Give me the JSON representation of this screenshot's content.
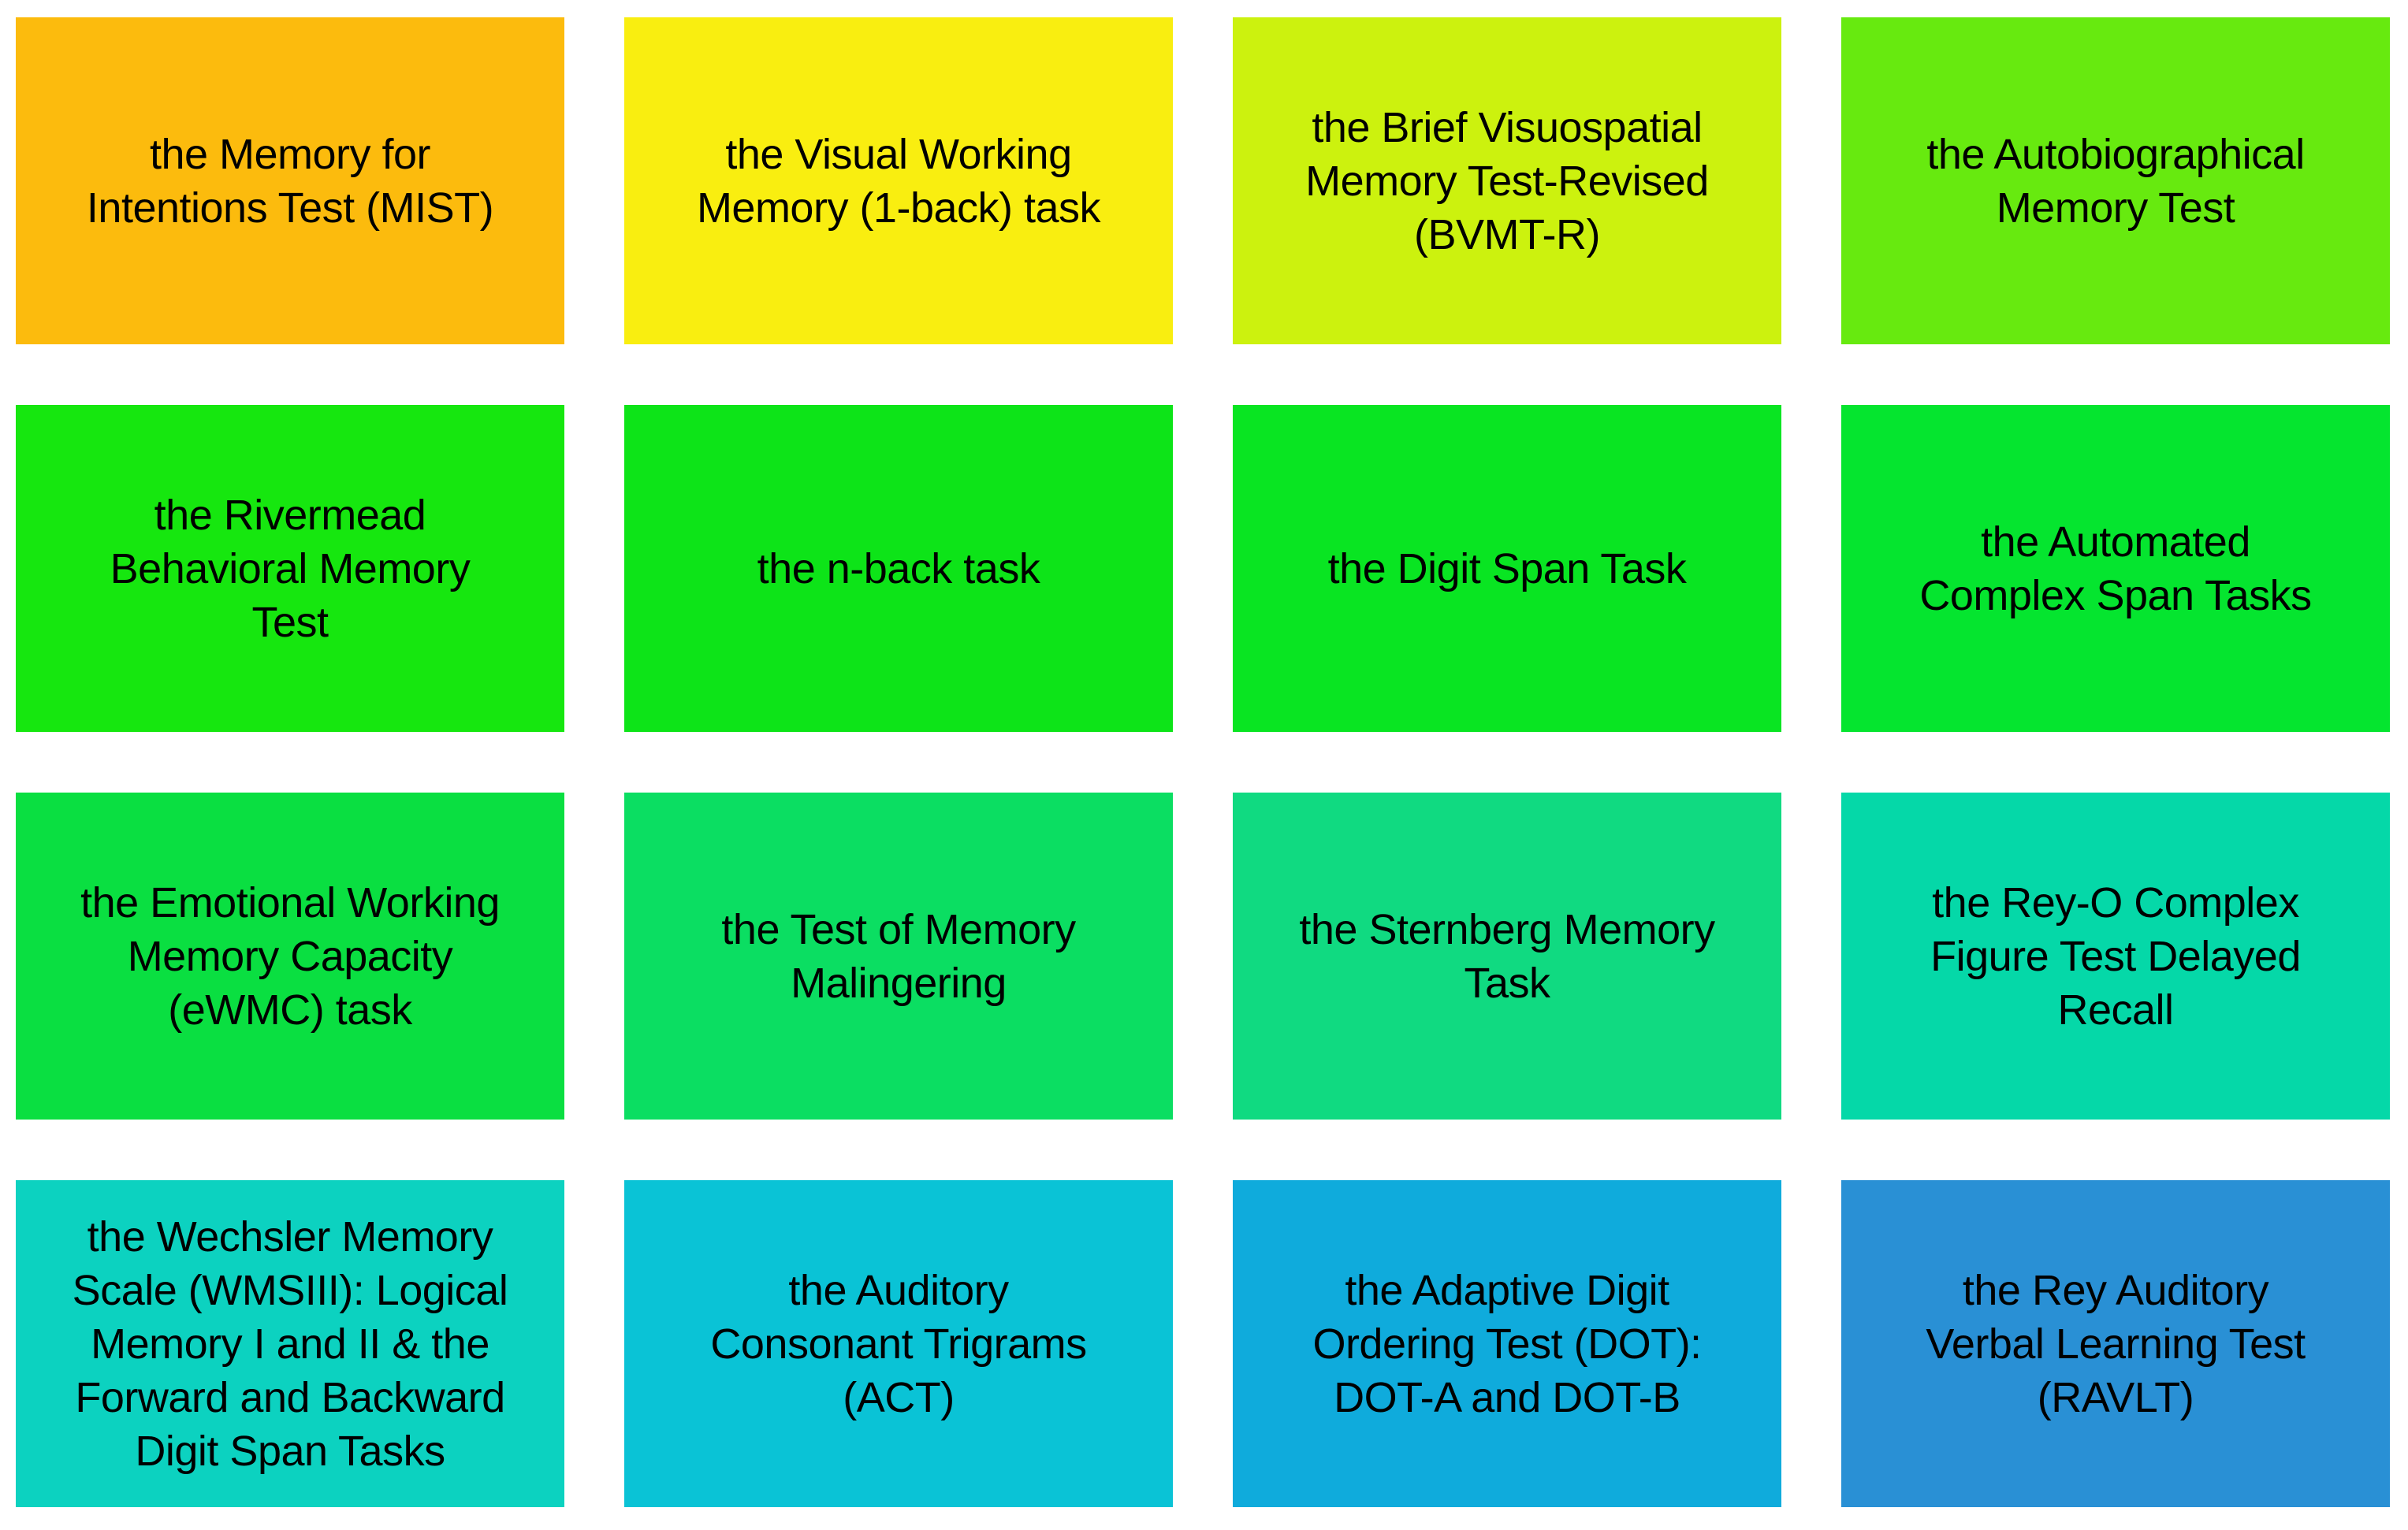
{
  "figure": {
    "title": "memory-tests-grid",
    "background_color": "#ffffff",
    "text_color": "#000000",
    "rows": 4,
    "cols": 4,
    "cells": [
      {
        "label": "the Memory for Intentions Test (MIST)",
        "lines": [
          "the Memory for",
          "Intentions Test (MIST)"
        ],
        "color": "#FCBB0D"
      },
      {
        "label": "the Visual Working Memory (1-back) task",
        "lines": [
          "the Visual Working",
          "Memory (1-back) task"
        ],
        "color": "#F9EE10"
      },
      {
        "label": "the Brief Visuospatial Memory Test-Revised (BVMT-R)",
        "lines": [
          "the Brief Visuospatial",
          "Memory Test-Revised",
          "(BVMT-R)"
        ],
        "color": "#CCF20E"
      },
      {
        "label": "the Autobiographical Memory Test",
        "lines": [
          "the Autobiographical",
          "Memory Test"
        ],
        "color": "#67EA0F"
      },
      {
        "label": "the Rivermead Behavioral Memory Test",
        "lines": [
          "the Rivermead",
          "Behavioral Memory",
          "Test"
        ],
        "color": "#16E70F"
      },
      {
        "label": "the n-back task",
        "lines": [
          "the n-back task"
        ],
        "color": "#0DE418"
      },
      {
        "label": "the Digit Span Task",
        "lines": [
          "the Digit Span Task"
        ],
        "color": "#09E522"
      },
      {
        "label": "the Automated Complex Span Tasks",
        "lines": [
          "the Automated",
          "Complex Span Tasks"
        ],
        "color": "#05E52F"
      },
      {
        "label": "the Emotional Working Memory Capacity (eWMC) task",
        "lines": [
          "the Emotional Working",
          "Memory Capacity",
          "(eWMC) task"
        ],
        "color": "#0ADF41"
      },
      {
        "label": "the Test of Memory Malingering",
        "lines": [
          "the Test of Memory",
          "Malingering"
        ],
        "color": "#0BDE62"
      },
      {
        "label": "the Sternberg Memory Task",
        "lines": [
          "the Sternberg Memory",
          "Task"
        ],
        "color": "#10DA81"
      },
      {
        "label": "the Rey-O Complex Figure Test Delayed Recall",
        "lines": [
          "the Rey-O Complex",
          "Figure Test Delayed",
          "Recall"
        ],
        "color": "#05D8A8"
      },
      {
        "label": "the Wechsler Memory Scale (WMSIII): Logical Memory I and II & the Forward and Backward Digit Span Tasks",
        "lines": [
          "the Wechsler Memory",
          "Scale (WMSIII): Logical",
          "Memory I and II & the",
          "Forward and Backward",
          "Digit Span Tasks"
        ],
        "color": "#0CD2C0"
      },
      {
        "label": "the Auditory Consonant Trigrams (ACT)",
        "lines": [
          "the Auditory",
          "Consonant Trigrams",
          "(ACT)"
        ],
        "color": "#0AC3D6"
      },
      {
        "label": "the Adaptive Digit Ordering Test (DOT): DOT-A and DOT-B",
        "lines": [
          "the Adaptive Digit",
          "Ordering Test (DOT):",
          "DOT-A and DOT-B"
        ],
        "color": "#0FABDC"
      },
      {
        "label": "the Rey Auditory Verbal Learning Test (RAVLT)",
        "lines": [
          "the Rey Auditory",
          "Verbal Learning Test",
          "(RAVLT)"
        ],
        "color": "#2990D5"
      }
    ]
  }
}
